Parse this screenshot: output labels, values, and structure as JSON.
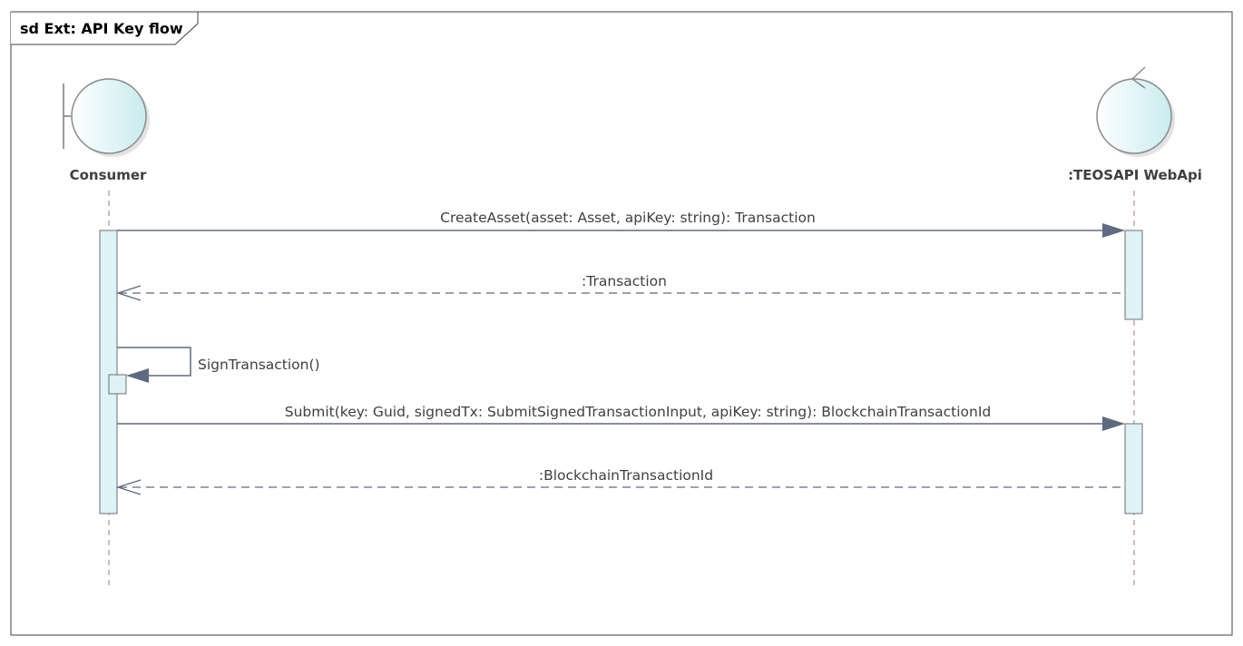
{
  "frame": {
    "title": "sd Ext: API Key flow"
  },
  "colors": {
    "actor_fill_start": "#ffffff",
    "actor_fill_end": "#c8ecef",
    "actor_stroke": "#8a8a8a",
    "activation_fill": "#def3f5",
    "line": "#5e6a80",
    "lifeline_dash": "#a07a7a"
  },
  "lifelines": [
    {
      "name": "Consumer",
      "stereotype": "boundary"
    },
    {
      "name": ":TEOSAPI WebApi",
      "stereotype": "control"
    }
  ],
  "messages": [
    {
      "label": "CreateAsset(asset: Asset, apiKey: string): Transaction",
      "kind": "sync",
      "from": "Consumer",
      "to": ":TEOSAPI WebApi"
    },
    {
      "label": ":Transaction",
      "kind": "return",
      "from": ":TEOSAPI WebApi",
      "to": "Consumer"
    },
    {
      "label": "SignTransaction()",
      "kind": "self",
      "from": "Consumer",
      "to": "Consumer"
    },
    {
      "label": "Submit(key: Guid, signedTx: SubmitSignedTransactionInput, apiKey: string): BlockchainTransactionId",
      "kind": "sync",
      "from": "Consumer",
      "to": ":TEOSAPI WebApi"
    },
    {
      "label": ":BlockchainTransactionId",
      "kind": "return",
      "from": ":TEOSAPI WebApi",
      "to": "Consumer"
    }
  ]
}
